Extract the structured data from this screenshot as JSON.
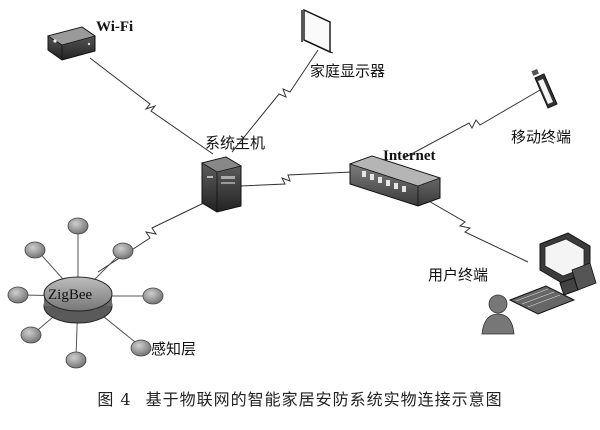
{
  "labels": {
    "wifi": "Wi-Fi",
    "home_display": "家庭显示器",
    "system_host": "系统主机",
    "internet": "Internet",
    "mobile_terminal": "移动终端",
    "user_terminal": "用户终端",
    "zigbee": "ZigBee",
    "sensing_layer": "感知层"
  },
  "caption": {
    "figure_number": "图 4",
    "text": "基于物联网的智能家居安防系统实物连接示意图"
  }
}
